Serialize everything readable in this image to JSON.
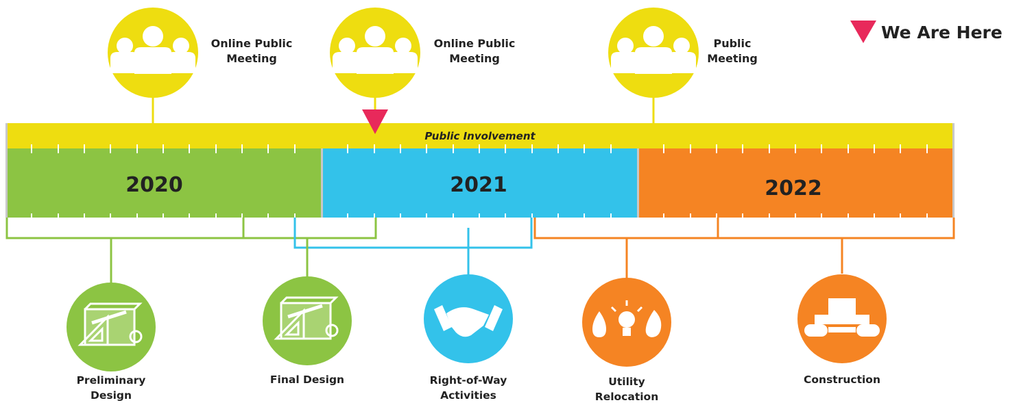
{
  "legend": {
    "label": "We Are Here",
    "color": "#e8295b"
  },
  "band": {
    "label": "Public Involvement",
    "color": "#eedd10"
  },
  "years": [
    {
      "label": "2020",
      "color": "#8cc443"
    },
    {
      "label": "2021",
      "color": "#33c2ea"
    },
    {
      "label": "2022",
      "color": "#f58423"
    }
  ],
  "meetings": [
    {
      "label": "Online Public\nMeeting",
      "icon": "people-icon"
    },
    {
      "label": "Online Public\nMeeting",
      "icon": "people-icon"
    },
    {
      "label": "Public\nMeeting",
      "icon": "people-icon"
    }
  ],
  "phases": [
    {
      "label": "Preliminary\nDesign",
      "icon": "blueprint-icon",
      "color": "#8cc443"
    },
    {
      "label": "Final Design",
      "icon": "blueprint-icon",
      "color": "#8cc443"
    },
    {
      "label": "Right-of-Way\nActivities",
      "icon": "handshake-icon",
      "color": "#33c2ea"
    },
    {
      "label": "Utility\nRelocation",
      "icon": "utilities-icon",
      "color": "#f58423"
    },
    {
      "label": "Construction",
      "icon": "paver-icon",
      "color": "#f58423"
    }
  ]
}
